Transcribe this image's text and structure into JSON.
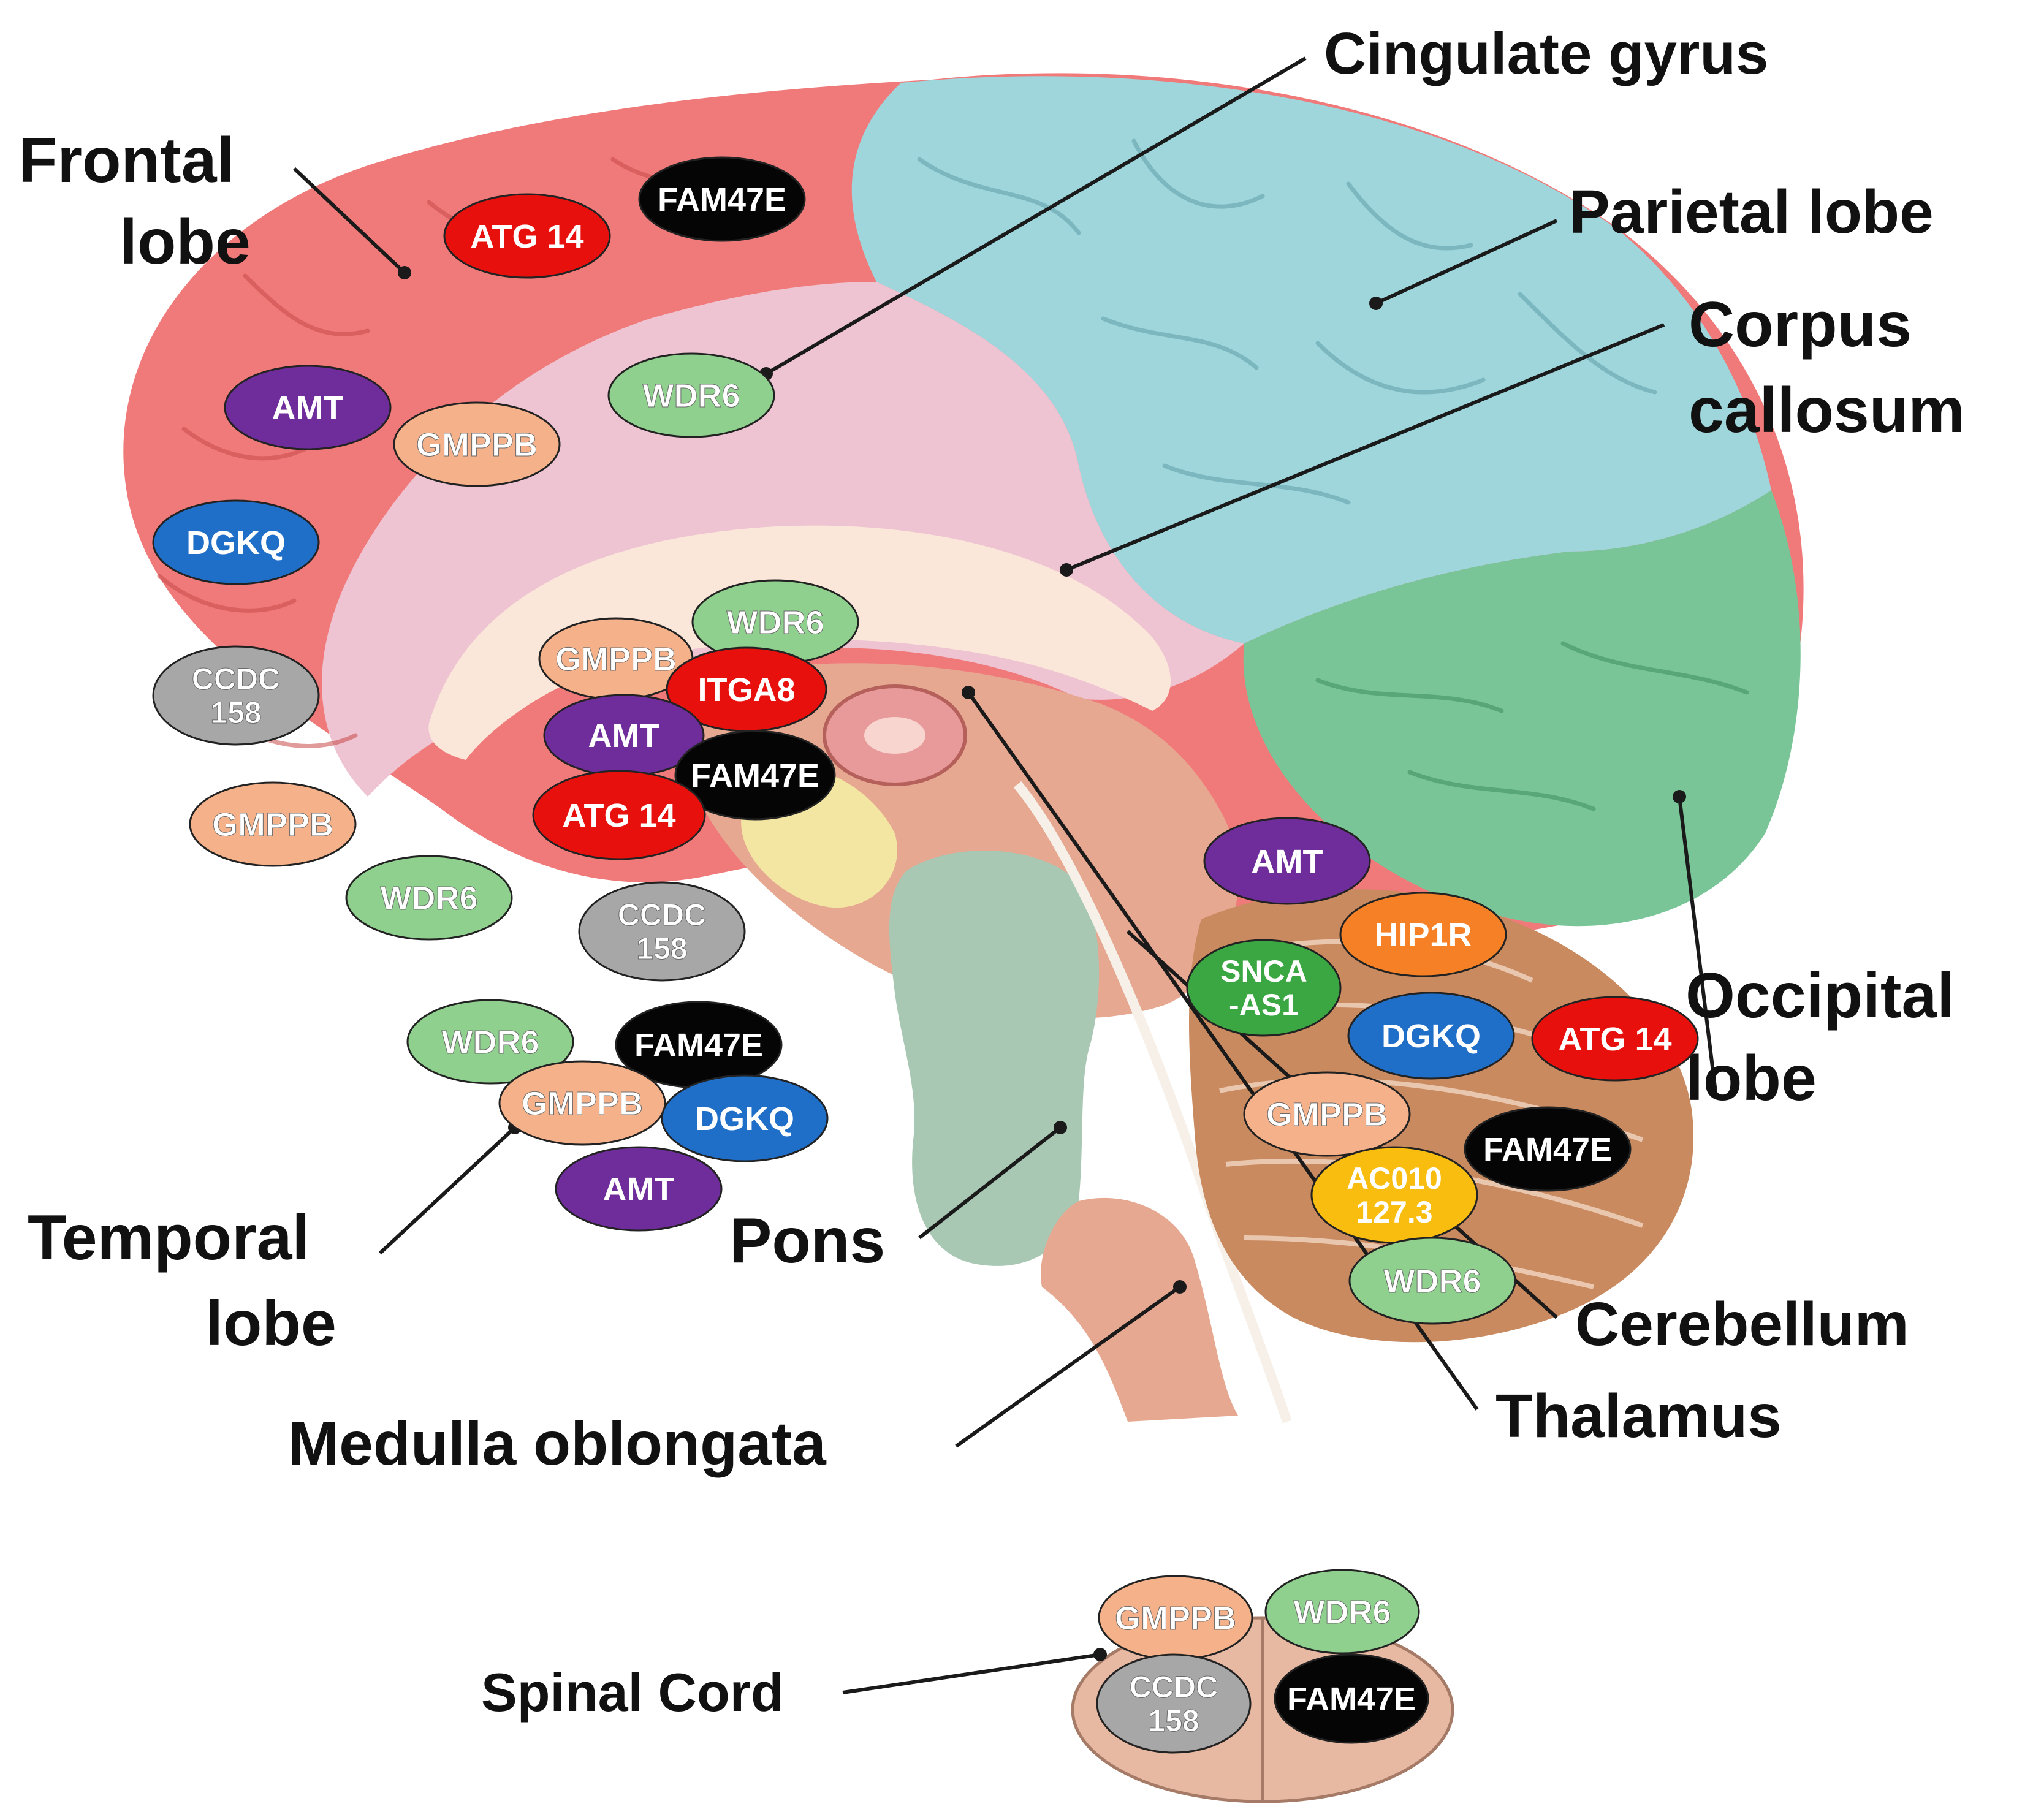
{
  "colors": {
    "frontal": "#f07a7a",
    "cingulate": "#eec4d2",
    "parietal": "#9fd6dc",
    "occipital": "#79c597",
    "corpus": "#fbe7d9",
    "brainstem": "#e6a890",
    "pons": "#a9c8b4",
    "cerebellum": "#c98a60",
    "spinal": "#e8b9a2"
  },
  "regions": {
    "frontal": "Frontal lobe",
    "cingulate": "Cingulate gyrus",
    "parietal": "Parietal lobe",
    "corpus": "Corpus callosum",
    "occipital": "Occipital lobe",
    "temporal": "Temporal lobe",
    "pons": "Pons",
    "cerebellum": "Cerebellum",
    "thalamus": "Thalamus",
    "medulla": "Medulla oblongata",
    "spinal": "Spinal Cord"
  },
  "label_lines": {
    "frontal": [
      "Frontal",
      "lobe"
    ],
    "corpus": [
      "Corpus",
      "callosum"
    ],
    "occipital": [
      "Occipital",
      "lobe"
    ],
    "temporal": [
      "Temporal",
      "lobe"
    ]
  },
  "gene_colors": {
    "red": "#e8100d",
    "black": "#050505",
    "purple": "#6e2d9b",
    "peach": "#f5b28a",
    "green": "#8fd08e",
    "blue": "#1f6fc9",
    "gray": "#a7a7a7",
    "orange": "#f58025",
    "darkgreen": "#3ba743",
    "yellow": "#f8bd0e"
  },
  "gene_groups": {
    "frontal_cortex": [
      {
        "gene": "ATG 14",
        "color": "red"
      },
      {
        "gene": "FAM47E",
        "color": "black"
      },
      {
        "gene": "AMT",
        "color": "purple"
      },
      {
        "gene": "GMPPB",
        "color": "peach"
      },
      {
        "gene": "WDR6",
        "color": "green"
      },
      {
        "gene": "DGKQ",
        "color": "blue"
      },
      {
        "gene": "CCDC\n158",
        "color": "gray"
      },
      {
        "gene": "GMPPB",
        "color": "peach"
      },
      {
        "gene": "WDR6",
        "color": "green"
      }
    ],
    "central_cluster": [
      {
        "gene": "WDR6",
        "color": "green"
      },
      {
        "gene": "GMPPB",
        "color": "peach"
      },
      {
        "gene": "ITGA8",
        "color": "red"
      },
      {
        "gene": "AMT",
        "color": "purple"
      },
      {
        "gene": "FAM47E",
        "color": "black"
      },
      {
        "gene": "ATG 14",
        "color": "red"
      },
      {
        "gene": "CCDC\n158",
        "color": "gray"
      }
    ],
    "temporal_cluster": [
      {
        "gene": "WDR6",
        "color": "green"
      },
      {
        "gene": "FAM47E",
        "color": "black"
      },
      {
        "gene": "GMPPB",
        "color": "peach"
      },
      {
        "gene": "DGKQ",
        "color": "blue"
      },
      {
        "gene": "AMT",
        "color": "purple"
      }
    ],
    "cerebellum_cluster": [
      {
        "gene": "AMT",
        "color": "purple"
      },
      {
        "gene": "HIP1R",
        "color": "orange"
      },
      {
        "gene": "SNCA\n-AS1",
        "color": "darkgreen"
      },
      {
        "gene": "DGKQ",
        "color": "blue"
      },
      {
        "gene": "ATG 14",
        "color": "red"
      },
      {
        "gene": "GMPPB",
        "color": "peach"
      },
      {
        "gene": "FAM47E",
        "color": "black"
      },
      {
        "gene": "AC010\n127.3",
        "color": "yellow"
      },
      {
        "gene": "WDR6",
        "color": "green"
      }
    ],
    "spinal_cluster": [
      {
        "gene": "GMPPB",
        "color": "peach"
      },
      {
        "gene": "WDR6",
        "color": "green"
      },
      {
        "gene": "CCDC\n158",
        "color": "gray"
      },
      {
        "gene": "FAM47E",
        "color": "black"
      }
    ]
  }
}
